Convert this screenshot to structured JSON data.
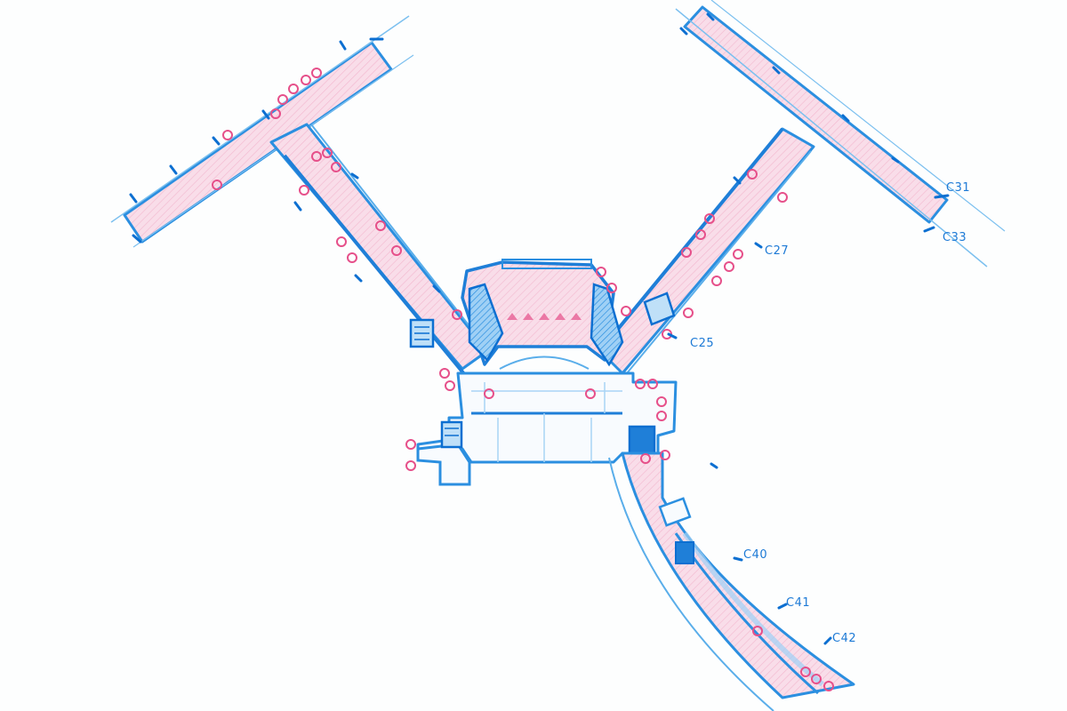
{
  "gate_labels": {
    "c25": "C25",
    "c27": "C27",
    "c31": "C31",
    "c33": "C33",
    "c40": "C40",
    "c41": "C41",
    "c42": "C42"
  },
  "colors": {
    "outline": "#2b8fe0",
    "outline_dark": "#0c6fd1",
    "fill_pink": "#f7d3e4",
    "fill_pink_light": "#fbe6ef",
    "gate_circle": "#e6508a",
    "label": "#1d7ad6"
  },
  "style": "hand-drawn colored pencil airport terminal concourse plan"
}
